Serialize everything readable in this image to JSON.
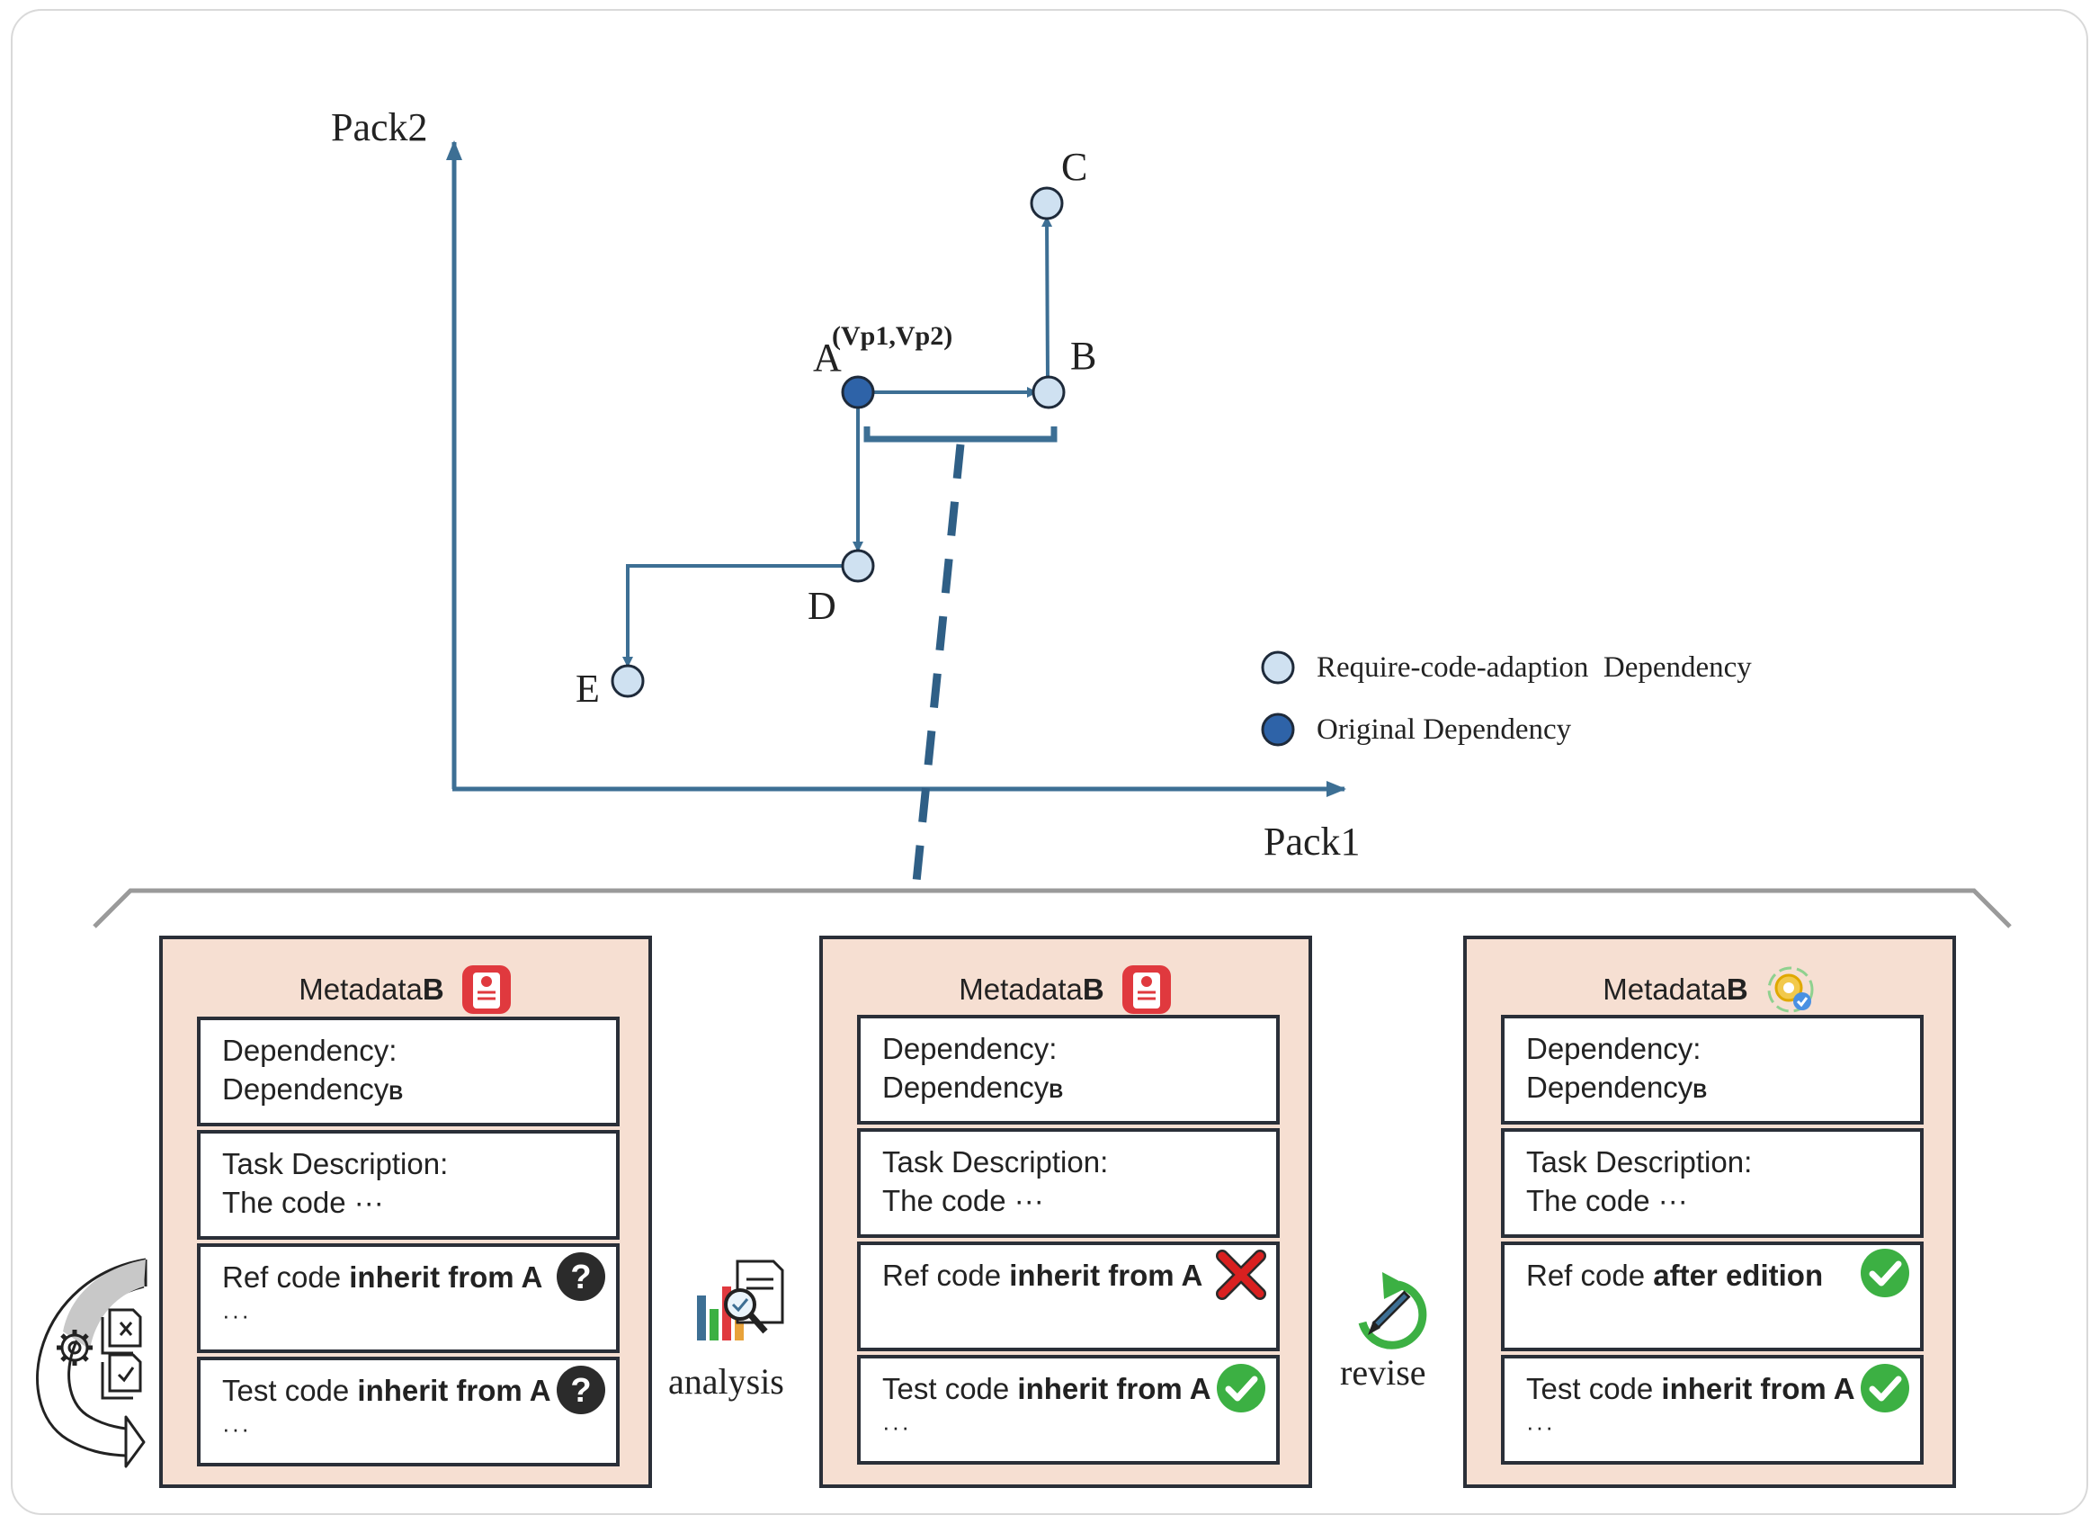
{
  "graph": {
    "y_axis_label": "Pack2",
    "x_axis_label": "Pack1",
    "points": {
      "A": {
        "label": "A",
        "annotation": "(Vp1,Vp2)",
        "kind": "original"
      },
      "B": {
        "label": "B",
        "kind": "require"
      },
      "C": {
        "label": "C",
        "kind": "require"
      },
      "D": {
        "label": "D",
        "kind": "require"
      },
      "E": {
        "label": "E",
        "kind": "require"
      }
    },
    "legend": [
      {
        "label": "Require-code-adaption  Dependency",
        "color": "#cfe1f1"
      },
      {
        "label": "Original Dependency",
        "color": "#2e63a8"
      }
    ]
  },
  "colors": {
    "axis": "#3d6f94",
    "card_bg": "#f6dfd2",
    "border": "#2a2f38",
    "original_point": "#2e63a8",
    "require_point": "#cfe1f1",
    "check_green": "#3cb043",
    "cross_red": "#d92020",
    "icon_red": "#e0393e"
  },
  "steps": {
    "analysis": "analysis",
    "revise": "revise"
  },
  "cards": [
    {
      "title_prefix": "Metadata",
      "title_bold": "B",
      "icon": "red-document-icon",
      "fields": {
        "dependency_label": "Dependency:",
        "dependency_value": "Dependency",
        "dependency_sub": "B",
        "task_label": "Task Description:",
        "task_value": "The code ···",
        "ref_prefix": "Ref code ",
        "ref_bold": "inherit from A",
        "ref_status": "question-icon",
        "test_prefix": "Test code ",
        "test_bold": "inherit from A",
        "test_status": "question-icon",
        "ellipsis": "···"
      }
    },
    {
      "title_prefix": "Metadata",
      "title_bold": "B",
      "icon": "red-document-icon",
      "fields": {
        "dependency_label": "Dependency:",
        "dependency_value": "Dependency",
        "dependency_sub": "B",
        "task_label": "Task Description:",
        "task_value": "The code ···",
        "ref_prefix": "Ref code ",
        "ref_bold": "inherit from A",
        "ref_status": "cross-icon",
        "test_prefix": "Test code ",
        "test_bold": "inherit from A",
        "test_status": "check-icon",
        "ellipsis": "···"
      }
    },
    {
      "title_prefix": "Metadata",
      "title_bold": "B",
      "icon": "gear-check-icon",
      "fields": {
        "dependency_label": "Dependency:",
        "dependency_value": "Dependency",
        "dependency_sub": "B",
        "task_label": "Task Description:",
        "task_value": "The code ···",
        "ref_prefix": "Ref code ",
        "ref_bold": "after edition",
        "ref_status": "check-icon",
        "test_prefix": "Test code ",
        "test_bold": "inherit from A",
        "test_status": "check-icon",
        "ellipsis": "···"
      }
    }
  ]
}
